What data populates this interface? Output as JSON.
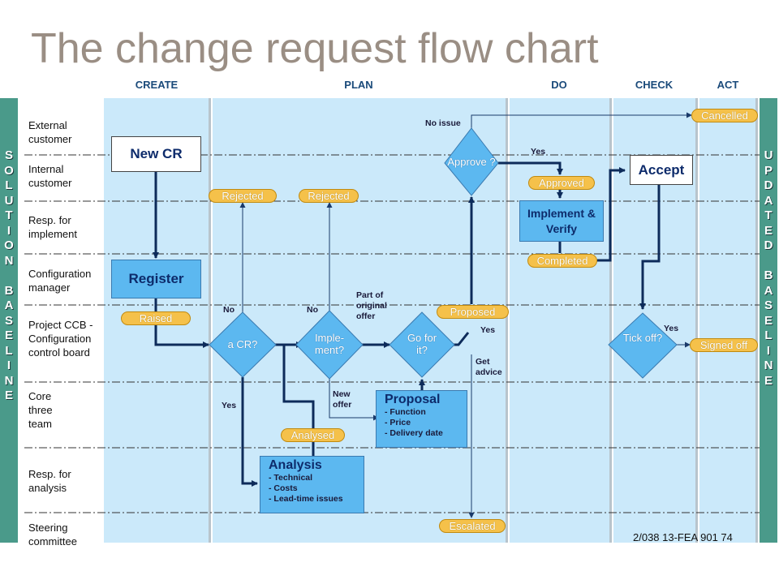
{
  "title": "The change request flow chart",
  "phases": [
    "CREATE",
    "PLAN",
    "DO",
    "CHECK",
    "ACT"
  ],
  "left_bar": "SOLUTION BASELINE",
  "right_bar": "UPDATED BASELINE",
  "lanes": [
    "External customer",
    "Internal customer",
    "Resp. for implement",
    "Configuration manager",
    "Project CCB - Configuration control board",
    "Core three team",
    "Resp. for analysis",
    "Steering committee"
  ],
  "boxes": {
    "new_cr": "New CR",
    "register": "Register",
    "accept": "Accept",
    "implement_verify": "Implement & Verify",
    "analysis": {
      "title": "Analysis",
      "items": [
        "- Technical",
        "- Costs",
        "- Lead-time issues"
      ]
    },
    "proposal": {
      "title": "Proposal",
      "items": [
        "- Function",
        "- Price",
        "- Delivery date"
      ]
    }
  },
  "decisions": {
    "a_cr": "a CR?",
    "implement": "Imple-ment?",
    "go_for_it": "Go for it?",
    "approve": "Approve ?",
    "tick_off": "Tick off?"
  },
  "states": {
    "raised": "Raised",
    "rejected_1": "Rejected",
    "rejected_2": "Rejected",
    "analysed": "Analysed",
    "proposed": "Proposed",
    "escalated": "Escalated",
    "approved": "Approved",
    "completed": "Completed",
    "cancelled": "Cancelled",
    "signed_off": "Signed off"
  },
  "edge_labels": {
    "no_1": "No",
    "no_2": "No",
    "yes_acr": "Yes",
    "part_of_offer": "Part of original offer",
    "new_offer": "New offer",
    "yes_go": "Yes",
    "get_advice": "Get advice",
    "no_issue": "No issue",
    "yes_approve": "Yes",
    "yes_tick": "Yes"
  },
  "footer": "2/038 13-FEA 901 74",
  "colors": {
    "column": "#cbe9fa",
    "bar": "#4a9a8a",
    "pill": "#f5c14a",
    "line": "#0d2b5a",
    "title": "#9a8e84"
  }
}
